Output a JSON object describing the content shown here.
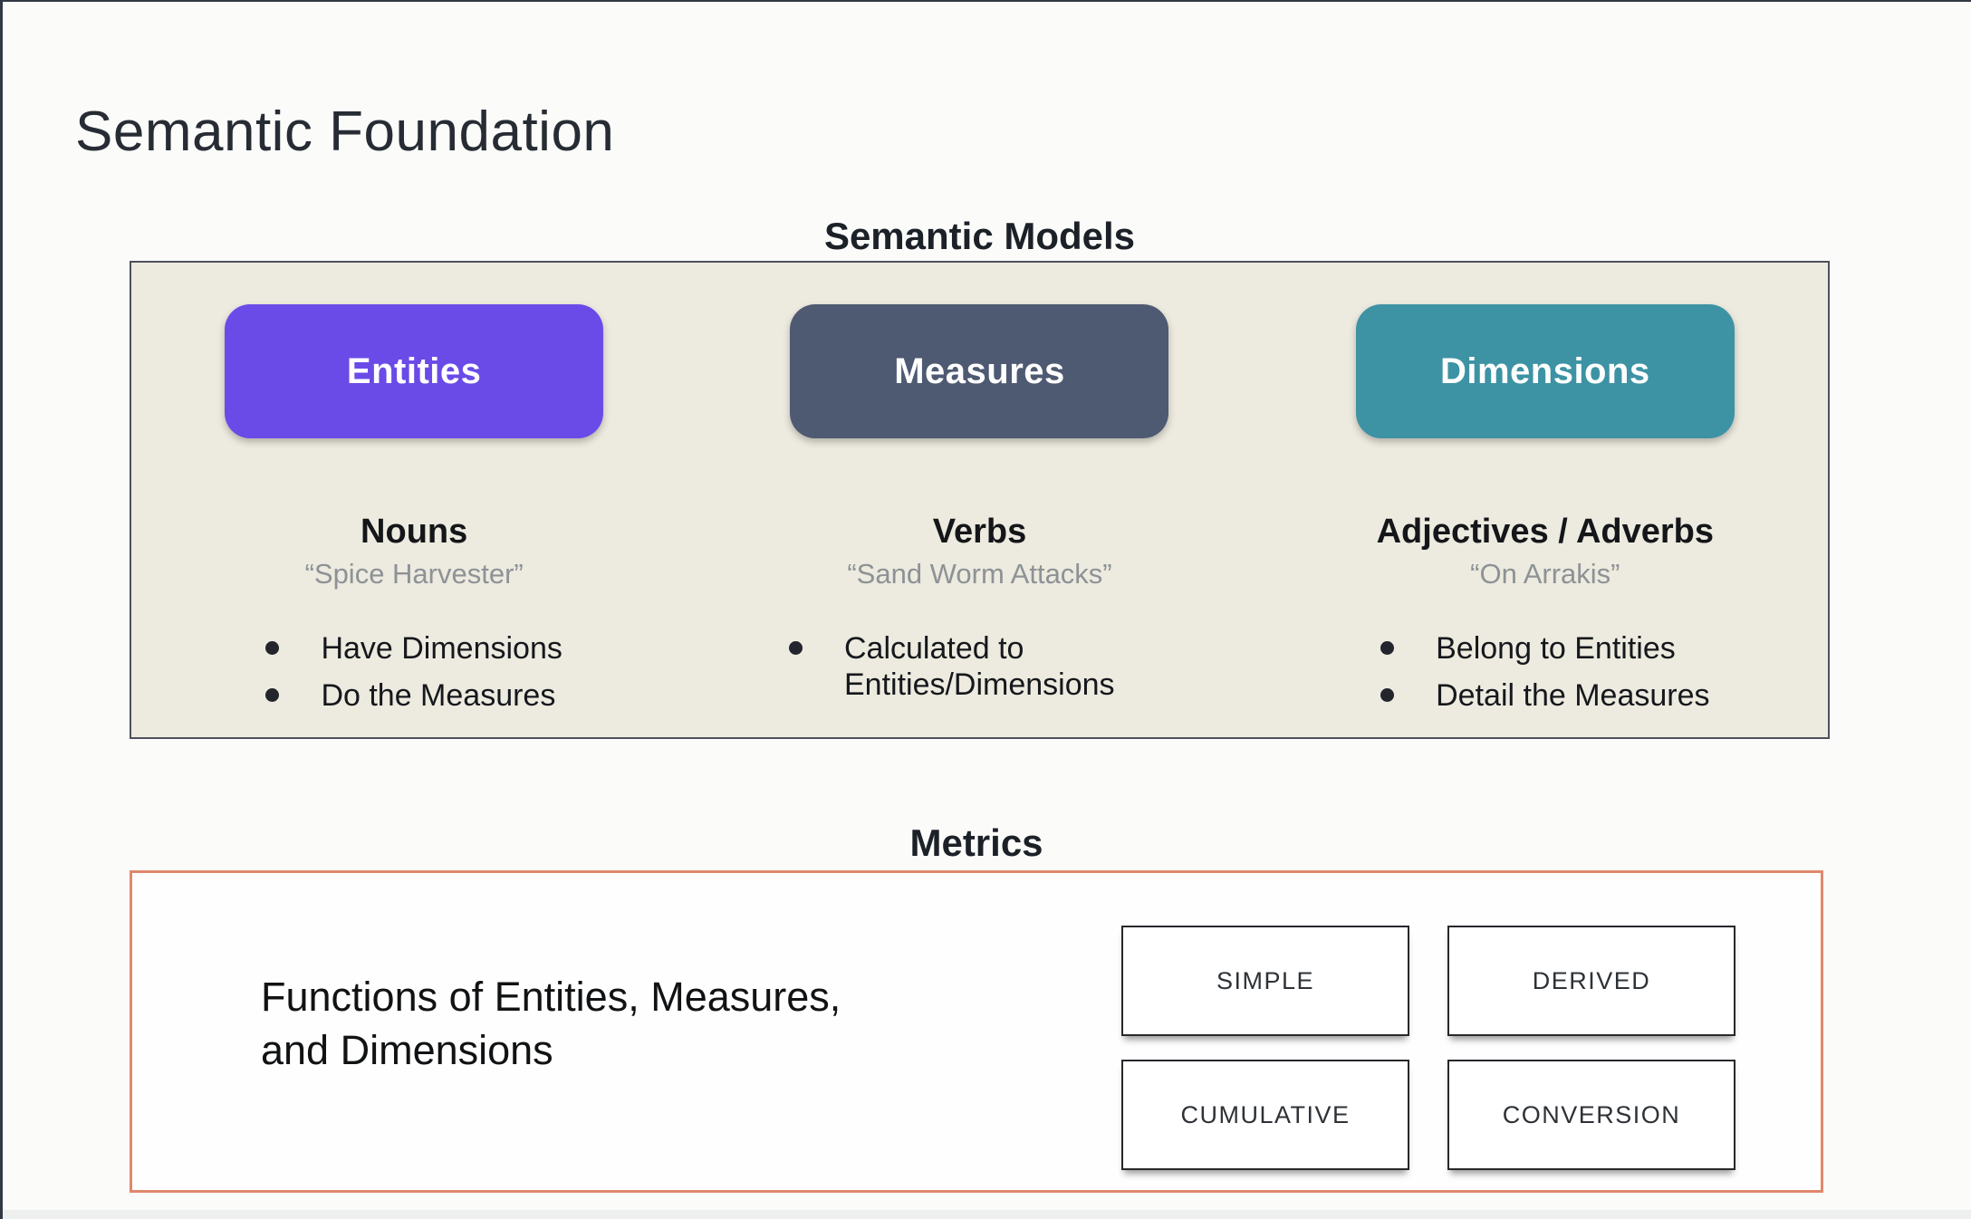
{
  "theme": {
    "page_bg": "#fbfcfa",
    "window_border": "#323845",
    "panel_bg": "#edeadf",
    "panel_border": "#4d525b",
    "metrics_border": "#e0886c",
    "entities_color": "#6a4be8",
    "measures_color": "#4e5a72",
    "dimensions_color": "#3d93a4",
    "quote_color": "#8d9296",
    "title_color": "#272c34"
  },
  "title": "Semantic Foundation",
  "models": {
    "heading": "Semantic Models",
    "columns": [
      {
        "button": "Entities",
        "role": "Nouns",
        "example": "“Spice Harvester”",
        "bullets": [
          "Have Dimensions",
          "Do the Measures"
        ]
      },
      {
        "button": "Measures",
        "role": "Verbs",
        "example": "“Sand Worm Attacks”",
        "bullets": [
          "Calculated to Entities/Dimensions"
        ]
      },
      {
        "button": "Dimensions",
        "role": "Adjectives / Adverbs",
        "example": "“On Arrakis”",
        "bullets": [
          "Belong to Entities",
          "Detail the Measures"
        ]
      }
    ]
  },
  "metrics": {
    "heading": "Metrics",
    "description": "Functions of Entities, Measures, and Dimensions",
    "types": [
      "SIMPLE",
      "DERIVED",
      "CUMULATIVE",
      "CONVERSION"
    ]
  }
}
